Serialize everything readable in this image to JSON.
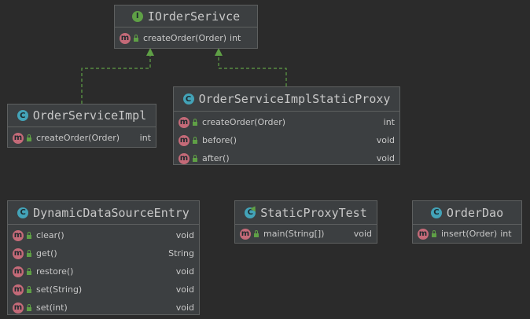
{
  "classes": {
    "iorder": {
      "kind": "interface",
      "kind_icon": "interface-icon",
      "badge": "I",
      "name": "IOrderSerivce",
      "methods": [
        {
          "name": "createOrder(Order)",
          "return": "int"
        }
      ]
    },
    "impl": {
      "kind": "class",
      "kind_icon": "class-icon",
      "badge": "C",
      "name": "OrderServiceImpl",
      "methods": [
        {
          "name": "createOrder(Order)",
          "return": "int"
        }
      ]
    },
    "proxy": {
      "kind": "class",
      "kind_icon": "class-icon",
      "badge": "C",
      "name": "OrderServiceImplStaticProxy",
      "methods": [
        {
          "name": "createOrder(Order)",
          "return": "int"
        },
        {
          "name": "before()",
          "return": "void"
        },
        {
          "name": "after()",
          "return": "void"
        }
      ]
    },
    "dyn": {
      "kind": "class",
      "kind_icon": "class-icon",
      "badge": "C",
      "name": "DynamicDataSourceEntry",
      "methods": [
        {
          "name": "clear()",
          "return": "void"
        },
        {
          "name": "get()",
          "return": "String"
        },
        {
          "name": "restore()",
          "return": "void"
        },
        {
          "name": "set(String)",
          "return": "void"
        },
        {
          "name": "set(int)",
          "return": "void"
        }
      ]
    },
    "test": {
      "kind": "class",
      "kind_icon": "class-with-main-icon",
      "badge": "C",
      "name": "StaticProxyTest",
      "methods": [
        {
          "name": "main(String[])",
          "return": "void"
        }
      ]
    },
    "dao": {
      "kind": "class",
      "kind_icon": "class-icon",
      "badge": "C",
      "name": "OrderDao",
      "methods": [
        {
          "name": "insert(Order)",
          "return": "int"
        }
      ]
    }
  },
  "method_badge": "m",
  "edges": [
    {
      "from": "impl",
      "to": "iorder",
      "type": "implements"
    },
    {
      "from": "proxy",
      "to": "iorder",
      "type": "implements"
    }
  ],
  "colors": {
    "background": "#2b2b2b",
    "box": "#3c3f41",
    "border": "#5e6060",
    "edge": "#5fa046",
    "class_badge": "#43a3b8",
    "interface_badge": "#5fa046",
    "method_badge": "#c46a78"
  }
}
